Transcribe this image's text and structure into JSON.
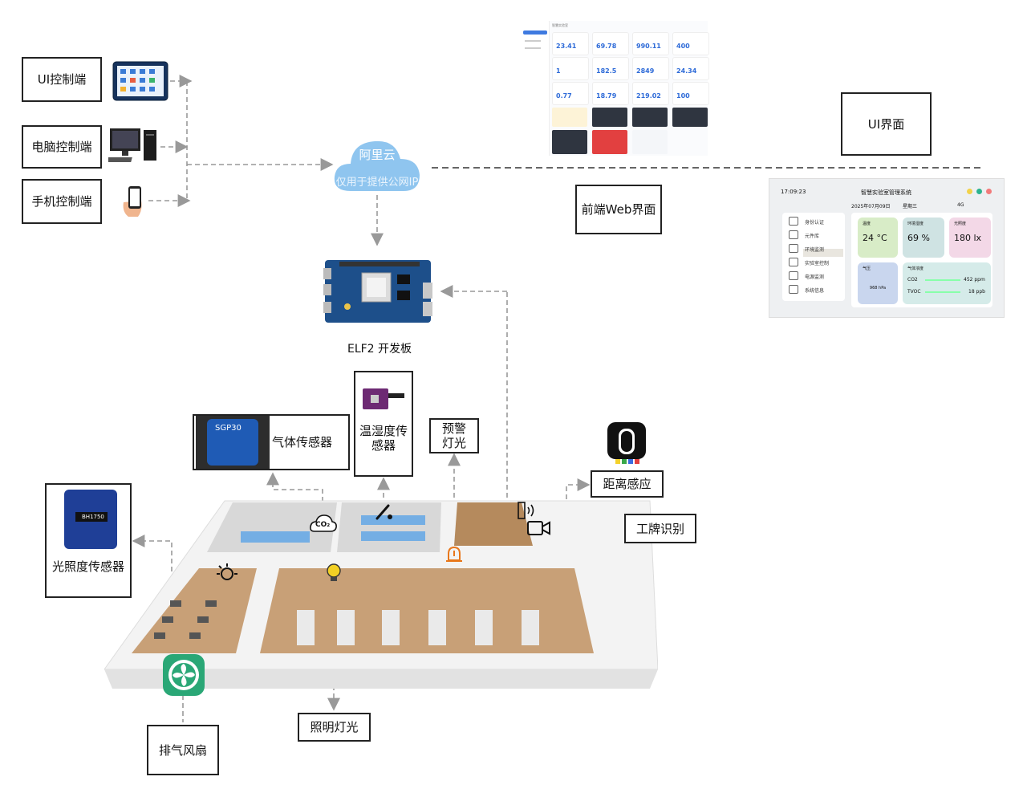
{
  "controls": {
    "ui": "UI控制端",
    "pc": "电脑控制端",
    "phone": "手机控制端"
  },
  "cloud": {
    "title": "阿里云",
    "subtitle": "仅用于提供公网IP"
  },
  "board": {
    "label": "ELF2 开发板"
  },
  "labels": {
    "ui_interface": "UI界面",
    "web_frontend": "前端Web界面",
    "gas_sensor": "气体传感器",
    "temp_humidity_sensor": "温湿度传感器",
    "warning_light": "预警灯光",
    "distance_sensing": "距离感应",
    "badge_recognition": "工牌识别",
    "light_sensor": "光照度传感器",
    "exhaust_fan": "排气风扇",
    "lighting": "照明灯光"
  },
  "sensor_chips": {
    "gas_chip": "SGP30",
    "light_chip": "BH1750",
    "co2_icon": "CO₂"
  },
  "web_dashboard": {
    "title": "智慧实验室",
    "values": [
      "23.41",
      "69.78",
      "990.11",
      "400",
      "1",
      "182.5",
      "2849",
      "24.34",
      "0.77",
      "18.79",
      "219.02",
      "100"
    ]
  },
  "ui_screen": {
    "time": "17:09:23",
    "title": "智慧实验室管理系统",
    "date": "2025年07月09日",
    "weekday": "星期三",
    "network": "4G",
    "menu": [
      "身份认证",
      "元件库",
      "环境监测",
      "实验室控制",
      "电源监测",
      "系统信息"
    ],
    "tiles": {
      "temp_label": "温度",
      "temp_value": "24 °C",
      "humidity_label": "环境湿度",
      "humidity_value": "69 %",
      "light_label": "光照度",
      "light_value": "180 lx",
      "pressure_label": "气压",
      "pressure_value": "968 hPa",
      "gas_label": "气体浓度",
      "co2_label": "CO2",
      "co2_value": "452 ppm",
      "tvoc_label": "TVOC",
      "tvoc_value": "18 ppb"
    }
  },
  "colors": {
    "cloud": "#8fc5ef",
    "board": "#1d4f8a",
    "fan": "#2aa776",
    "arrow": "#999999",
    "warning": "#e8771b",
    "bulb": "#f2d024"
  }
}
